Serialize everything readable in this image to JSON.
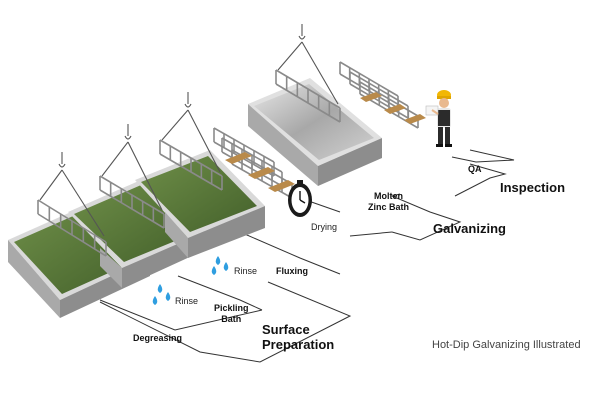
{
  "labels": {
    "degreasing": "Degreasing",
    "rinse_1": "Rinse",
    "pickling": "Pickling\nBath",
    "rinse_2": "Rinse",
    "fluxing": "Fluxing",
    "drying": "Drying",
    "zinc_bath": "Molten\nZinc Bath",
    "qa": "QA"
  },
  "sections": {
    "surface_line1": "Surface",
    "surface_line2": "Preparation",
    "galvanizing": "Galvanizing",
    "inspection": "Inspection"
  },
  "caption": "Hot-Dip Galvanizing Illustrated",
  "colors": {
    "tank_top": "#d9d9d9",
    "tank_front": "#a9a9a9",
    "tank_side": "#8d8d8d",
    "liquid_green": "#5b7a3a",
    "zinc_silver": "#b7b7b7",
    "rack_metal": "#8a8a8a",
    "water_drop": "#2f9ee0",
    "worker_vest": "#2b2b2b",
    "hard_hat": "#f2b705"
  },
  "icons": {
    "droplets": "water-droplet-icon",
    "clock": "stopwatch-icon",
    "worker": "inspector-figure-icon"
  }
}
